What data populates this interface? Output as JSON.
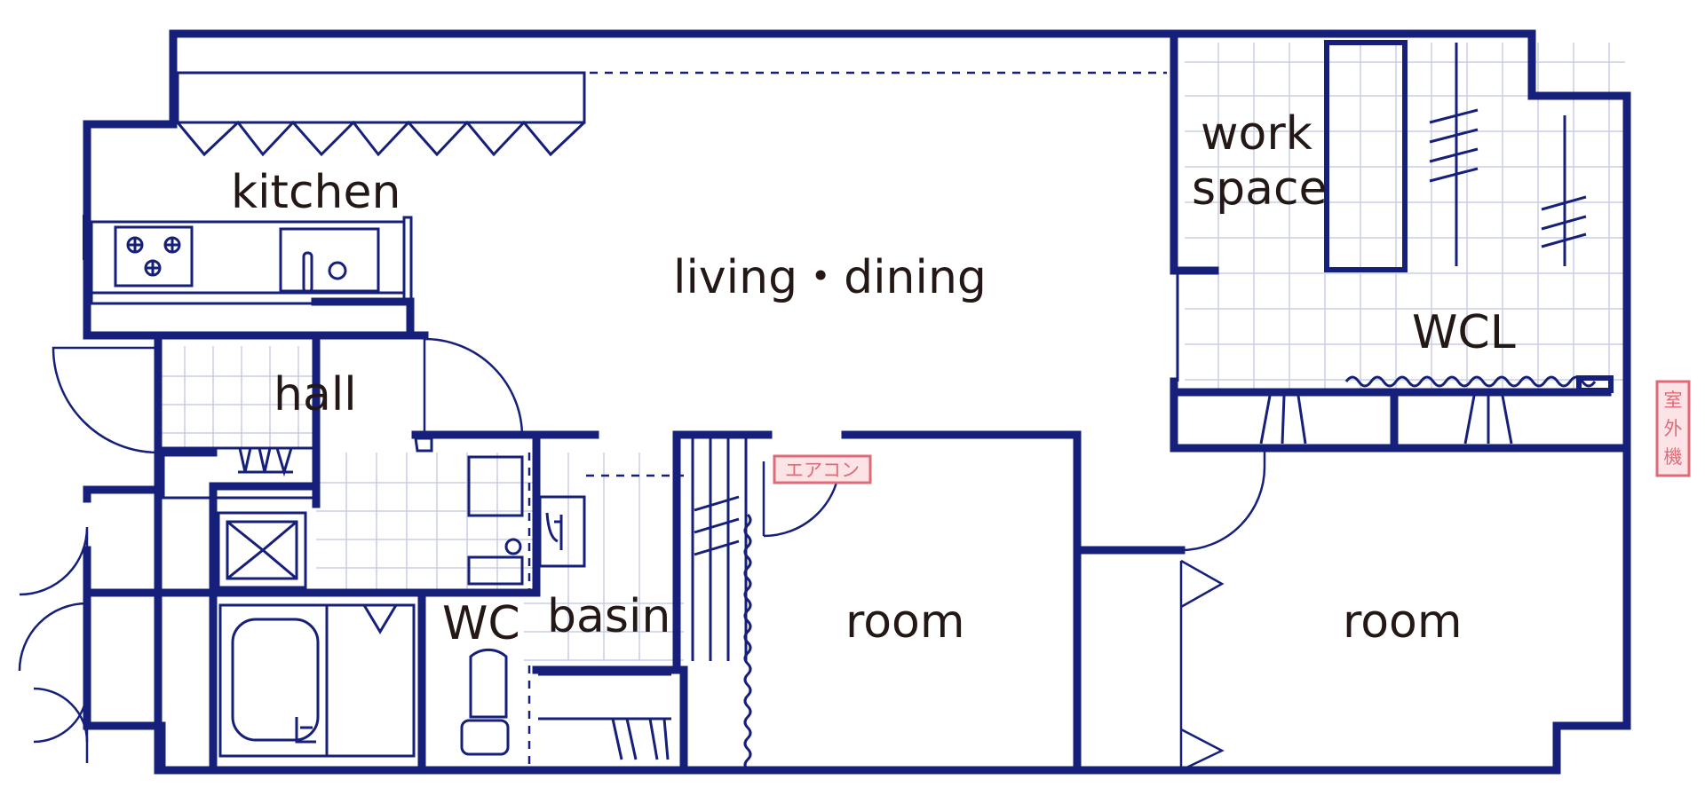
{
  "rooms": {
    "kitchen": "kitchen",
    "living_dining": "living・dining",
    "work_space_line1": "work",
    "work_space_line2": "space",
    "wcl": "WCL",
    "hall": "hall",
    "wc": "WC",
    "basin": "basin",
    "room_center": "room",
    "room_right": "room"
  },
  "equipment": {
    "air_conditioner": "エアコン",
    "outdoor_unit": "室外機"
  },
  "colors": {
    "wall": "#16207a",
    "tile_grid": "#c9cde6",
    "label_text": "#231815",
    "equipment_tag": "#e06a78"
  }
}
